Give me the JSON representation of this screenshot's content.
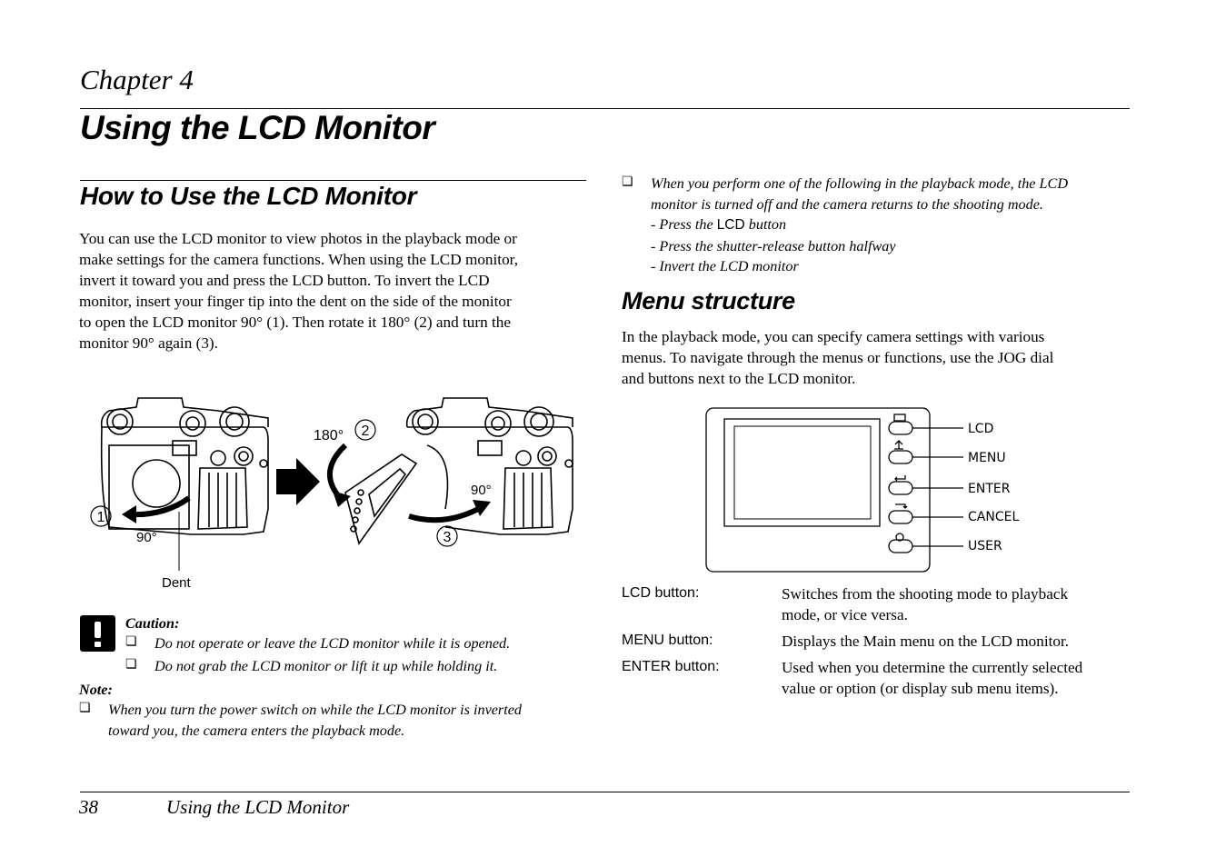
{
  "header": {
    "chapter": "Chapter 4",
    "title": "Using the LCD Monitor"
  },
  "left": {
    "section_title": "How to Use the LCD Monitor",
    "intro_lines": [
      "You can use the LCD monitor to view photos in the playback mode or",
      "make settings for the camera functions. When using the LCD monitor,",
      "invert it toward you and press the LCD button. To invert the LCD",
      "monitor, insert your finger tip into the dent on the side of the monitor",
      "to open the LCD monitor 90° (1). Then rotate it 180° (2) and turn the",
      "monitor 90° again (3)."
    ],
    "figure": {
      "labels": {
        "step1": "1",
        "step2": "2",
        "step3": "3",
        "deg_180": "180°",
        "deg_90_right": "90°",
        "deg_90_left": "90°",
        "dent": "Dent"
      }
    },
    "caution": {
      "heading": "Caution:",
      "items": [
        "Do not operate or leave the LCD monitor while it is opened.",
        "Do not grab the LCD monitor or lift it up while holding it."
      ]
    },
    "note": {
      "heading": "Note:",
      "lines": [
        "When you turn the power switch on while the LCD monitor is inverted",
        "toward you, the camera enters the playback mode."
      ]
    }
  },
  "right": {
    "bullet_lines": [
      "When you perform one of the following in the playback mode, the LCD",
      "monitor is turned off and the camera returns to the shooting mode."
    ],
    "sub_items": [
      {
        "prefix": "- Press the ",
        "button": "LCD",
        "suffix": " button"
      },
      {
        "prefix": "- Press the shutter-release button halfway",
        "button": "",
        "suffix": ""
      },
      {
        "prefix": "- Invert the LCD monitor",
        "button": "",
        "suffix": ""
      }
    ],
    "menu_title": "Menu structure",
    "menu_intro_lines": [
      "In the playback mode, you can specify camera settings with various",
      "menus. To navigate through the menus or functions, use the JOG dial",
      "and buttons next to the LCD monitor."
    ],
    "diagram_labels": [
      "LCD",
      "MENU",
      "ENTER",
      "CANCEL",
      "USER"
    ],
    "definitions": [
      {
        "term": "LCD button:",
        "lines": [
          "Switches from the shooting mode to playback",
          "mode, or vice versa."
        ]
      },
      {
        "term": "MENU button:",
        "lines": [
          "Displays the Main menu on the LCD monitor."
        ]
      },
      {
        "term": "ENTER button:",
        "lines": [
          "Used when you determine the currently selected",
          "value or option (or display sub menu items)."
        ]
      }
    ]
  },
  "footer": {
    "page_number": "38",
    "running_title": "Using the LCD Monitor"
  }
}
